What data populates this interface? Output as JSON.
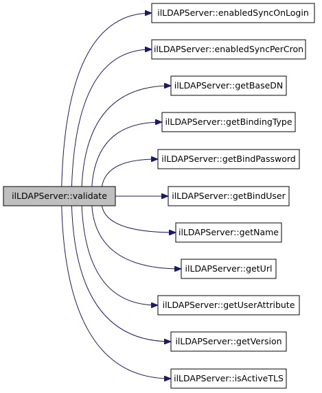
{
  "diagram": {
    "type": "call-graph",
    "source": {
      "label": "ilLDAPServer::validate"
    },
    "targets": [
      {
        "label": "ilLDAPServer::enabledSyncOnLogin"
      },
      {
        "label": "ilLDAPServer::enabledSyncPerCron"
      },
      {
        "label": "ilLDAPServer::getBaseDN"
      },
      {
        "label": "ilLDAPServer::getBindingType"
      },
      {
        "label": "ilLDAPServer::getBindPassword"
      },
      {
        "label": "ilLDAPServer::getBindUser"
      },
      {
        "label": "ilLDAPServer::getName"
      },
      {
        "label": "ilLDAPServer::getUrl"
      },
      {
        "label": "ilLDAPServer::getUserAttribute"
      },
      {
        "label": "ilLDAPServer::getVersion"
      },
      {
        "label": "ilLDAPServer::isActiveTLS"
      }
    ],
    "colors": {
      "edge": "#191970",
      "source_fill": "#bfbfbf",
      "target_fill": "#ffffff",
      "border": "#000000"
    }
  }
}
